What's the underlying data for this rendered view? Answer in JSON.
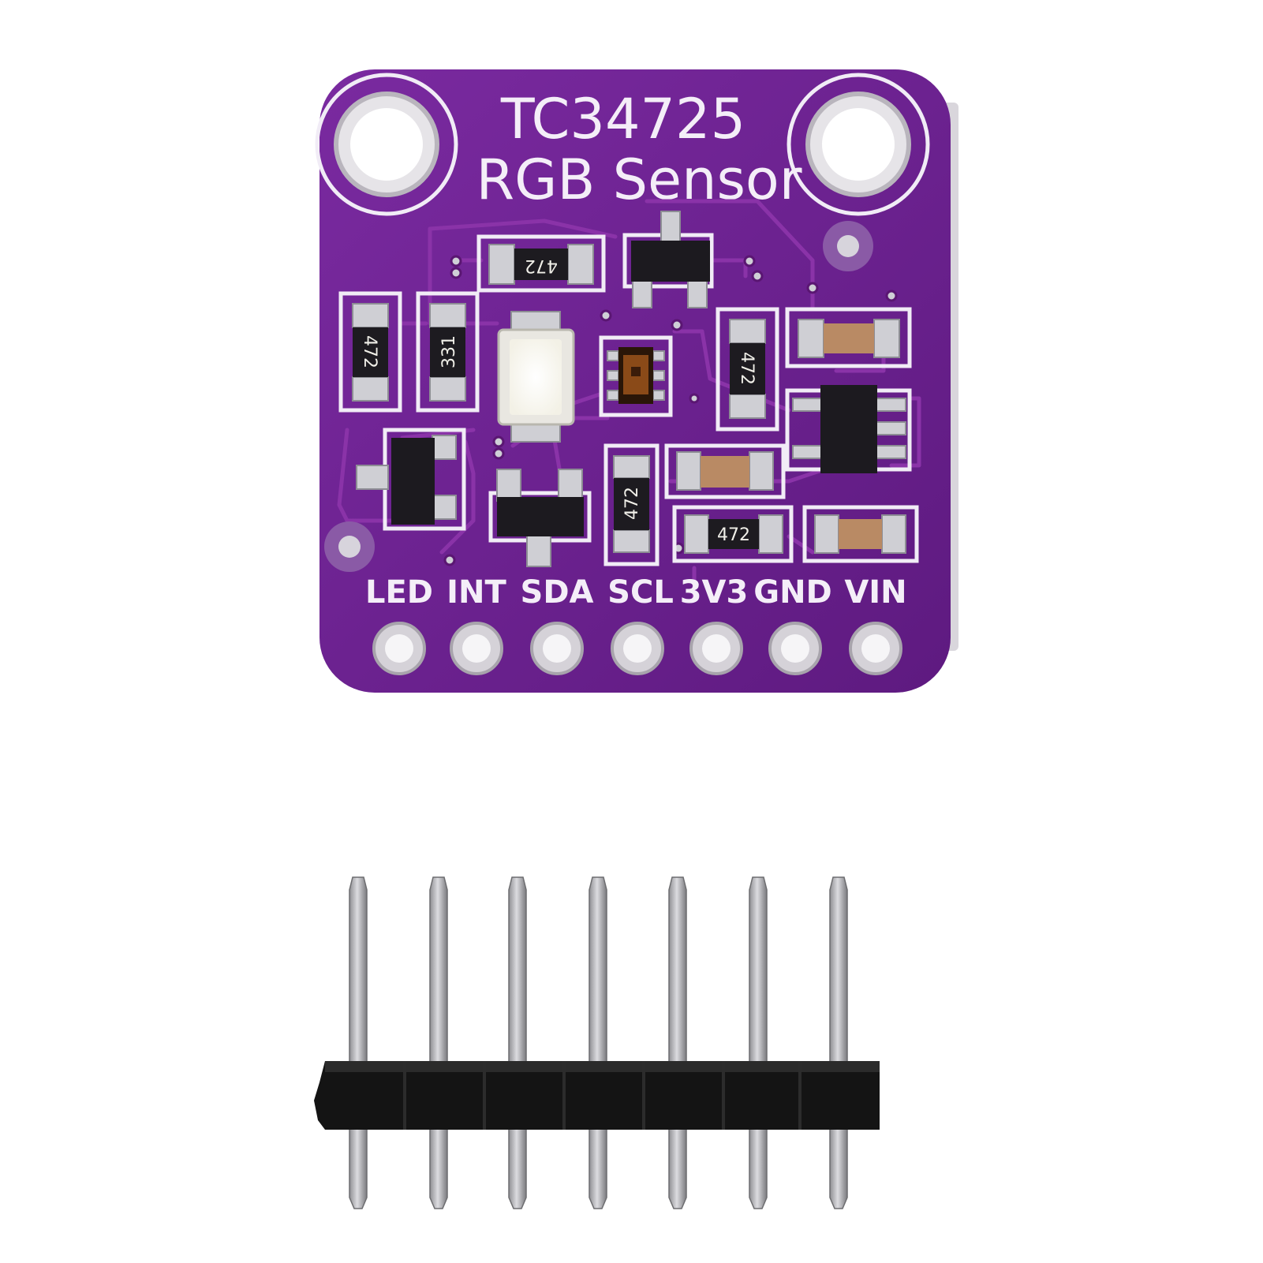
{
  "board": {
    "title_line1": "TC34725",
    "title_line2": "RGB Sensor",
    "resistor_code_4k7": "472",
    "resistor_code_330": "331",
    "pin_labels": [
      "LED",
      "INT",
      "SDA",
      "SCL",
      "3V3",
      "GND",
      "VIN"
    ]
  },
  "colors": {
    "pcb": "#6a1f8e",
    "silkscreen": "#f1ecf6",
    "header_plastic": "#141414",
    "pin_metal": "#b8b8bc",
    "background": "#ffffff"
  }
}
